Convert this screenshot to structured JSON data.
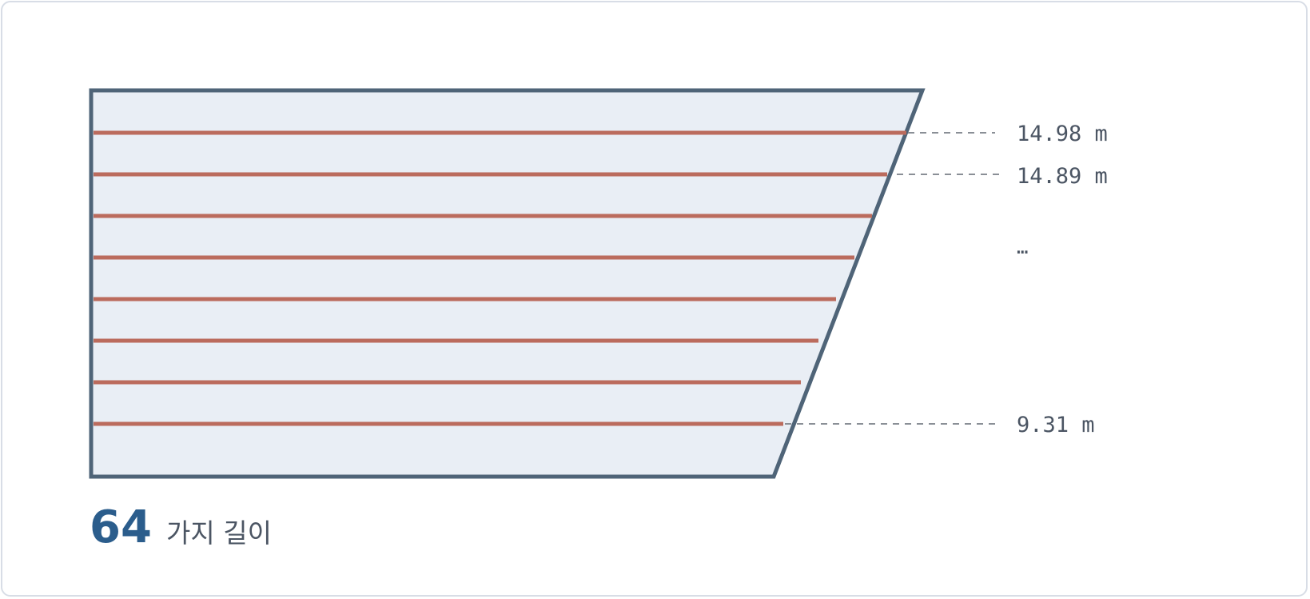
{
  "diagram": {
    "colors": {
      "shape_fill": "#e9eef5",
      "shape_stroke": "#4f6478",
      "branch": "#bb6b5d",
      "leader": "#8a8f96",
      "count": "#2b5d8c",
      "text": "#4b5563"
    },
    "labels": {
      "top_1": "14.98 m",
      "top_2": "14.89 m",
      "ellipsis": "…",
      "bottom": "9.31 m"
    },
    "summary": {
      "count": "64",
      "caption": "가지 길이"
    }
  }
}
